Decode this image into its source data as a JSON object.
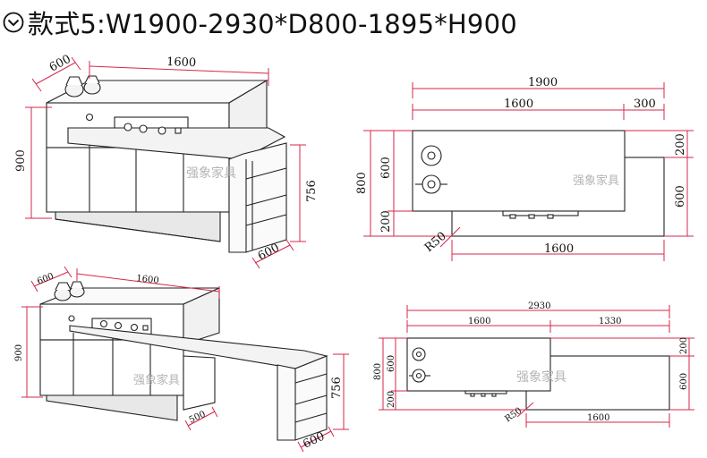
{
  "title": {
    "text": "款式5:W1900-2930*D800-1895*H900",
    "icon": "chevron-down-circle-icon"
  },
  "watermark": "强象家具",
  "view_closed_3d": {
    "depth": "600",
    "width": "1600",
    "height": "900",
    "ext_height": "756",
    "ext_depth": "600"
  },
  "view_closed_plan": {
    "total": "1900",
    "main": "1600",
    "ext": "300",
    "depth": "800",
    "upper": "600",
    "lower": "200",
    "right_upper": "200",
    "right_lower": "600",
    "radius": "R50",
    "bottom": "1600"
  },
  "view_open_3d": {
    "depth": "600",
    "width": "1600",
    "height": "900",
    "ext_height": "756",
    "ext_depth": "600",
    "ext_width": "500"
  },
  "view_open_plan": {
    "total": "2930",
    "main": "1600",
    "ext": "1330",
    "depth": "800",
    "upper": "600",
    "lower": "200",
    "right_upper": "200",
    "right_lower": "600",
    "radius": "R50",
    "bottom": "1600"
  },
  "colors": {
    "dimension": "#d6274b",
    "line": "#222222",
    "watermark": "#b5b5b5"
  }
}
